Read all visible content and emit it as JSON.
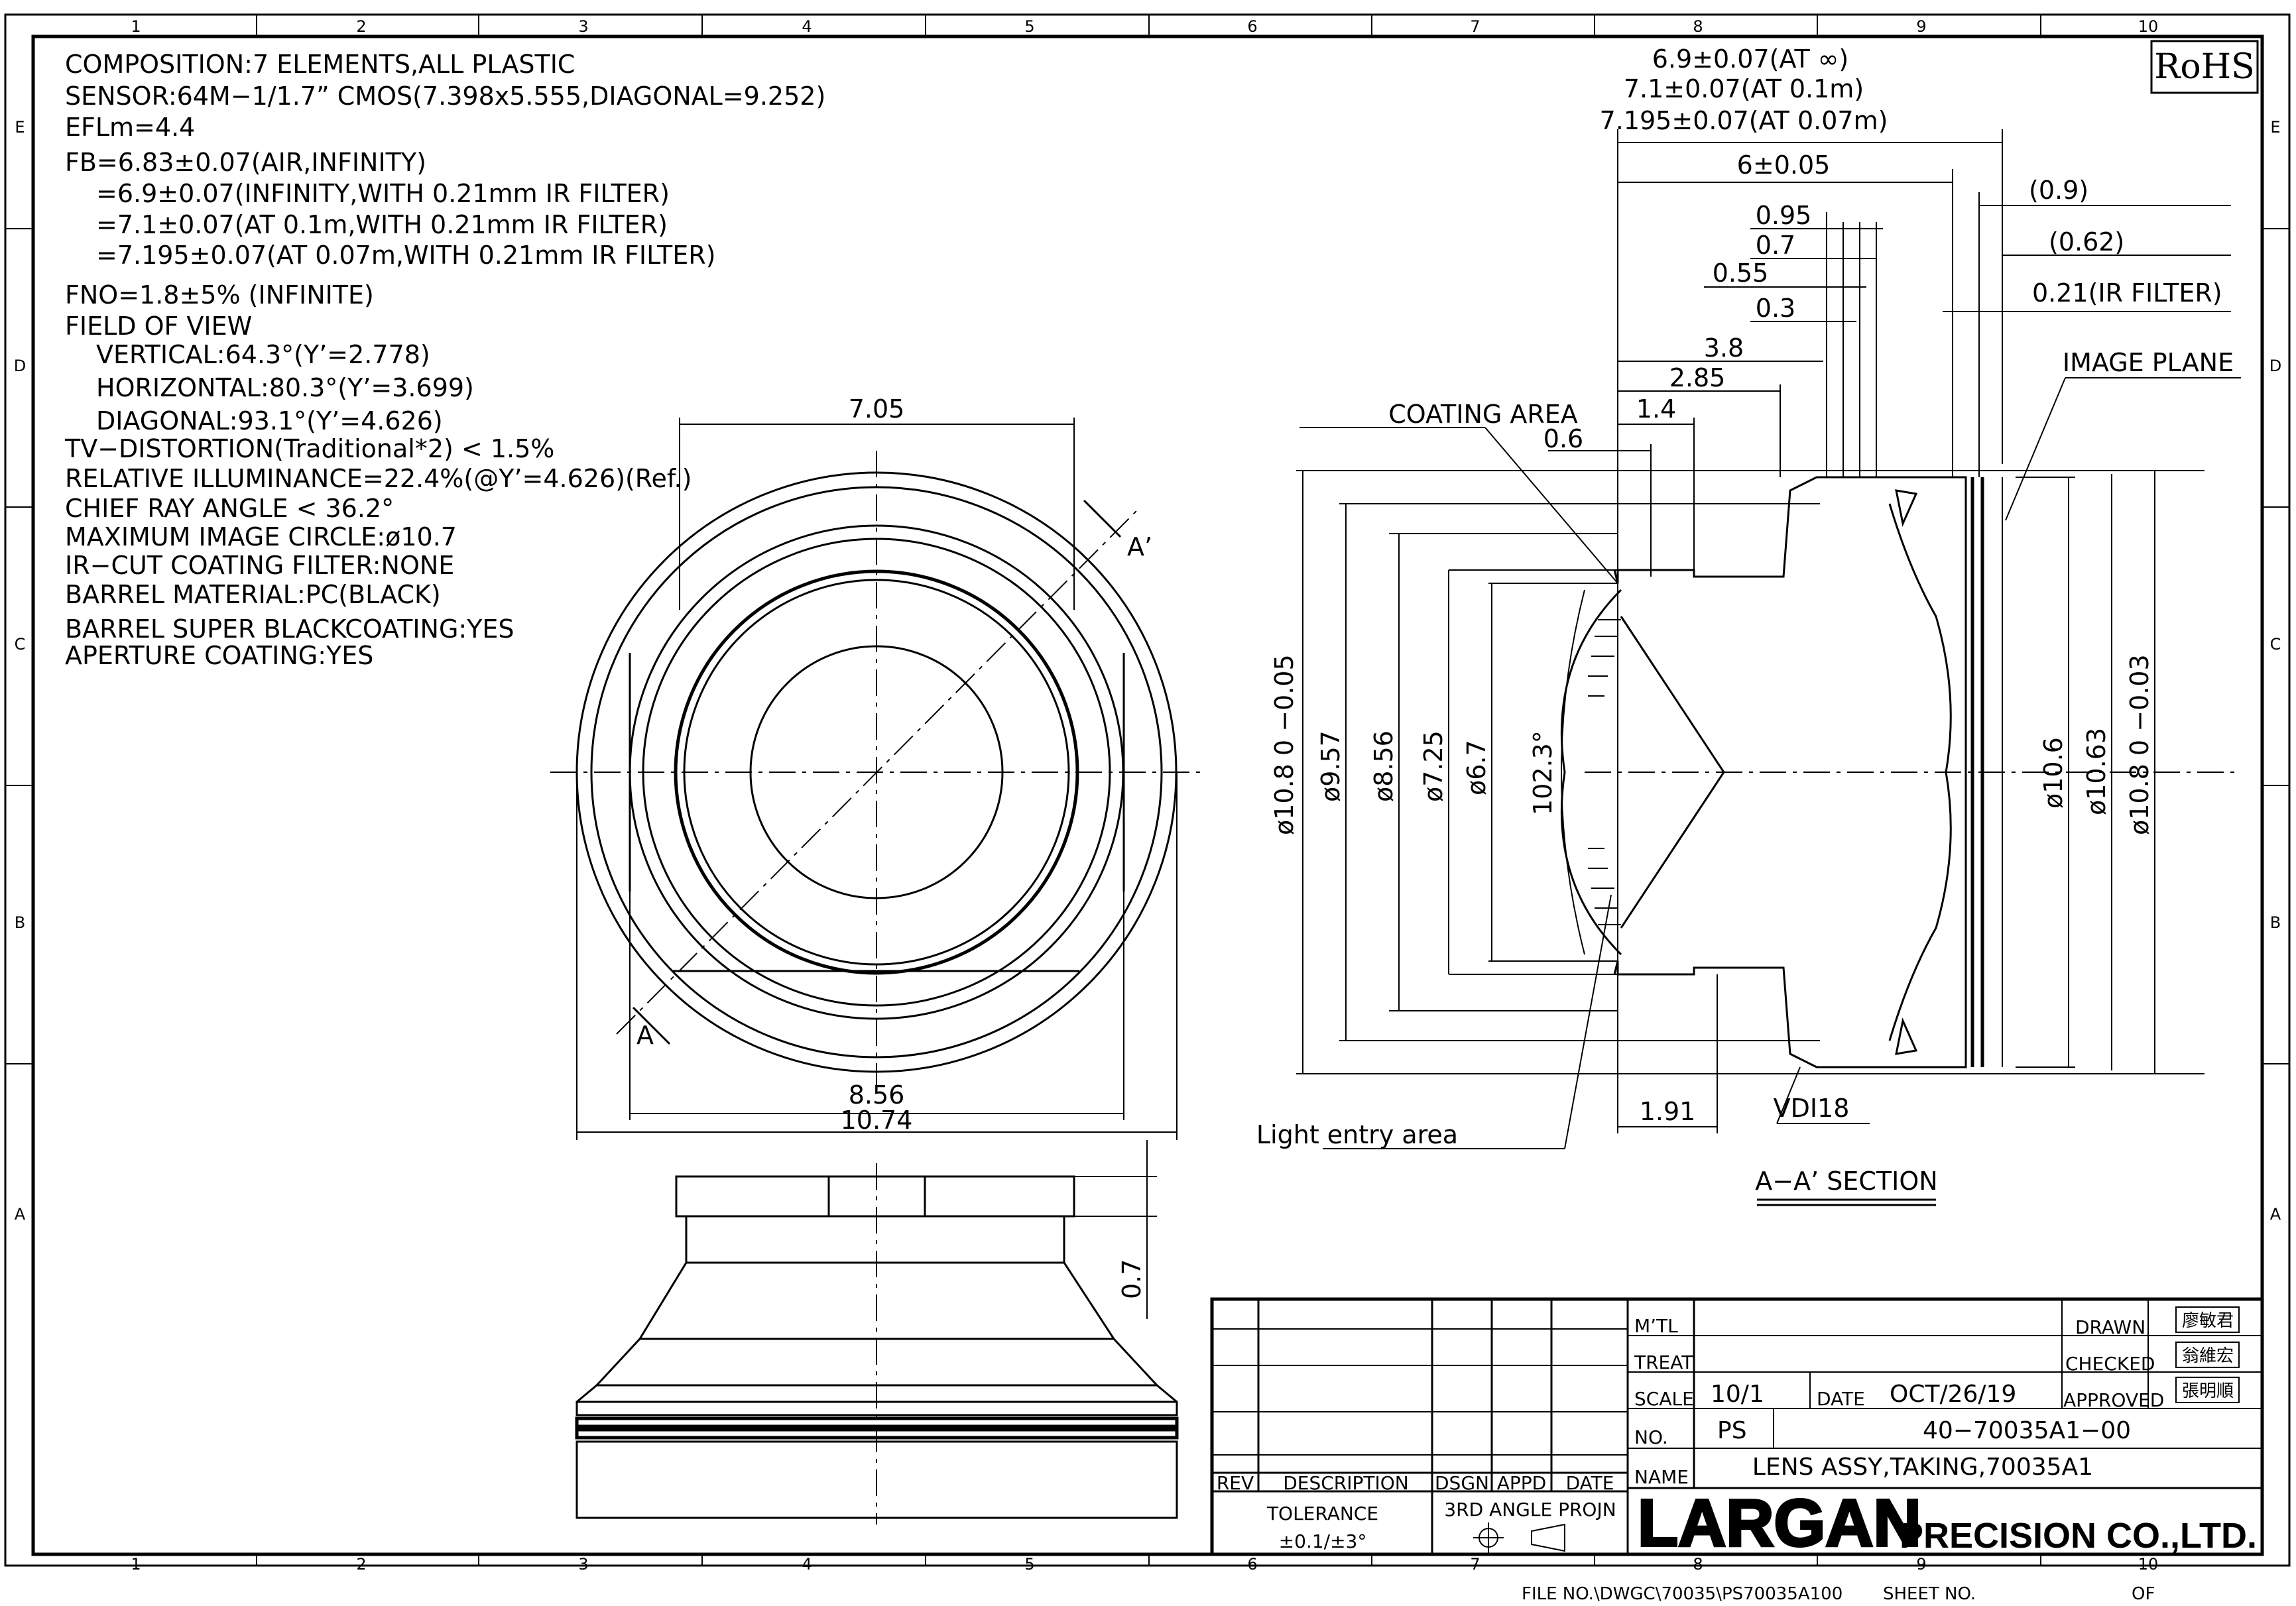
{
  "frame": {
    "columns": [
      "1",
      "2",
      "3",
      "4",
      "5",
      "6",
      "7",
      "8",
      "9",
      "10"
    ],
    "rows": [
      "E",
      "D",
      "C",
      "B",
      "A"
    ]
  },
  "rohs": "RoHS",
  "specs": [
    "COMPOSITION:7 ELEMENTS,ALL PLASTIC",
    "SENSOR:64M−1/1.7” CMOS(7.398x5.555,DIAGONAL=9.252)",
    "EFLm=4.4",
    "FB=6.83±0.07(AIR,INFINITY)",
    "=6.9±0.07(INFINITY,WITH 0.21mm IR FILTER)",
    "=7.1±0.07(AT 0.1m,WITH 0.21mm IR FILTER)",
    "=7.195±0.07(AT 0.07m,WITH 0.21mm IR FILTER)",
    "FNO=1.8±5% (INFINITE)",
    "FIELD OF VIEW",
    "VERTICAL:64.3°(Y’=2.778)",
    "HORIZONTAL:80.3°(Y’=3.699)",
    "DIAGONAL:93.1°(Y’=4.626)",
    "TV−DISTORTION(Traditional*2) < 1.5%",
    "RELATIVE ILLUMINANCE=22.4%(@Y’=4.626)(Ref.)",
    "CHIEF RAY ANGLE < 36.2°",
    "MAXIMUM IMAGE CIRCLE:ø10.7",
    "IR−CUT COATING FILTER:NONE",
    "BARREL MATERIAL:PC(BLACK)",
    "BARREL SUPER BLACKCOATING:YES",
    "APERTURE COATING:YES"
  ],
  "front_view": {
    "dim_top": "7.05",
    "dim_bottom_inner": "8.56",
    "dim_bottom_outer": "10.74",
    "section_a": "A",
    "section_a_prime": "A’"
  },
  "side_view": {
    "dim_height": "0.7"
  },
  "section_view": {
    "top_dims": [
      "6.9±0.07(AT ∞)",
      "7.1±0.07(AT 0.1m)",
      "7.195±0.07(AT 0.07m)"
    ],
    "dim_6": "6±0.05",
    "dim_095": "0.95",
    "dim_07": "0.7",
    "dim_055": "0.55",
    "dim_03": "0.3",
    "dim_38": "3.8",
    "dim_285": "2.85",
    "dim_14": "1.4",
    "dim_06": "0.6",
    "dim_09": "(0.9)",
    "dim_062": "(0.62)",
    "ir_filter": "0.21(IR FILTER)",
    "image_plane": "IMAGE PLANE",
    "coating_area": "COATING AREA",
    "light_entry": "Light entry area",
    "dim_191": "1.91",
    "vdi": "VDI18",
    "section_title": "A−A’ SECTION",
    "left_diameters": [
      "ø10.8 0 −0.05",
      "ø9.57",
      "ø8.56",
      "ø7.25",
      "ø6.7",
      "102.3°"
    ],
    "right_diameters": [
      "ø10.6",
      "ø10.63",
      "ø10.8 0 −0.03"
    ]
  },
  "title_block": {
    "rev_headers": [
      "REV",
      "DESCRIPTION",
      "DSGN",
      "APPD",
      "DATE"
    ],
    "tolerance_label": "TOLERANCE",
    "tolerance_value": "±0.1/±3°",
    "projection": "3RD ANGLE PROJN",
    "mtl_label": "M’TL",
    "treat_label": "TREAT",
    "scale_label": "SCALE",
    "scale_value": "10/1",
    "date_label": "DATE",
    "date_value": "OCT/26/19",
    "no_label": "NO.",
    "no_prefix": "PS",
    "no_value": "40−70035A1−00",
    "name_label": "NAME",
    "name_value": "LENS ASSY,TAKING,70035A1",
    "drawn_label": "DRAWN",
    "checked_label": "CHECKED",
    "approved_label": "APPROVED",
    "drawn_by": "廖敏君",
    "checked_by": "翁維宏",
    "approved_by": "張明順",
    "company": "LARGAN",
    "company_suffix": "PRECISION CO.,LTD.",
    "file_no": "FILE NO.\\DWGC\\70035\\PS70035A100",
    "sheet_no": "SHEET NO.",
    "of": "OF"
  }
}
